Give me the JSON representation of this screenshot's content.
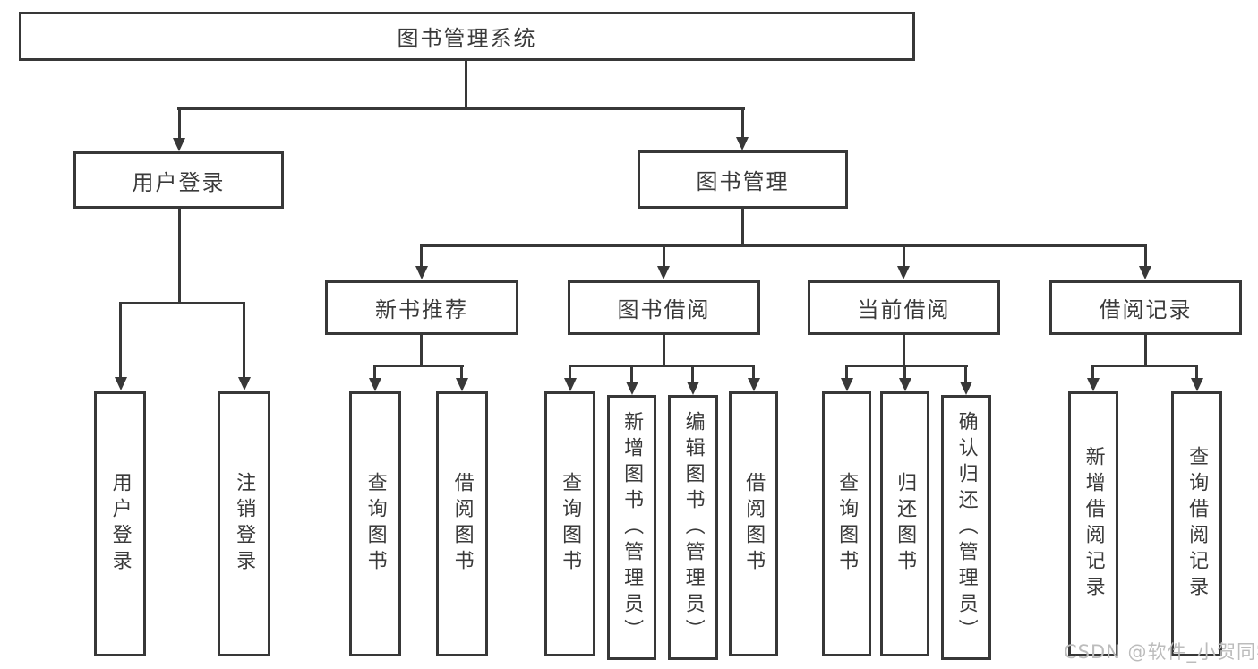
{
  "watermark": "CSDN @软件_小贺同学",
  "colors": {
    "line": "#383838",
    "text": "#3a3a3a",
    "watermark": "#bcbcbc"
  },
  "tree": {
    "root": {
      "label": "图书管理系统"
    },
    "branches": [
      {
        "label": "用户登录",
        "children": [
          {
            "label": "用户登录"
          },
          {
            "label": "注销登录"
          }
        ]
      },
      {
        "label": "图书管理",
        "children": [
          {
            "label": "新书推荐",
            "children": [
              {
                "label": "查询图书"
              },
              {
                "label": "借阅图书"
              }
            ]
          },
          {
            "label": "图书借阅",
            "children": [
              {
                "label": "查询图书"
              },
              {
                "label": "新增图书（管理员）"
              },
              {
                "label": "编辑图书（管理员）"
              },
              {
                "label": "借阅图书"
              }
            ]
          },
          {
            "label": "当前借阅",
            "children": [
              {
                "label": "查询图书"
              },
              {
                "label": "归还图书"
              },
              {
                "label": "确认归还（管理员）"
              }
            ]
          },
          {
            "label": "借阅记录",
            "children": [
              {
                "label": "新增借阅记录"
              },
              {
                "label": "查询借阅记录"
              }
            ]
          }
        ]
      }
    ]
  }
}
